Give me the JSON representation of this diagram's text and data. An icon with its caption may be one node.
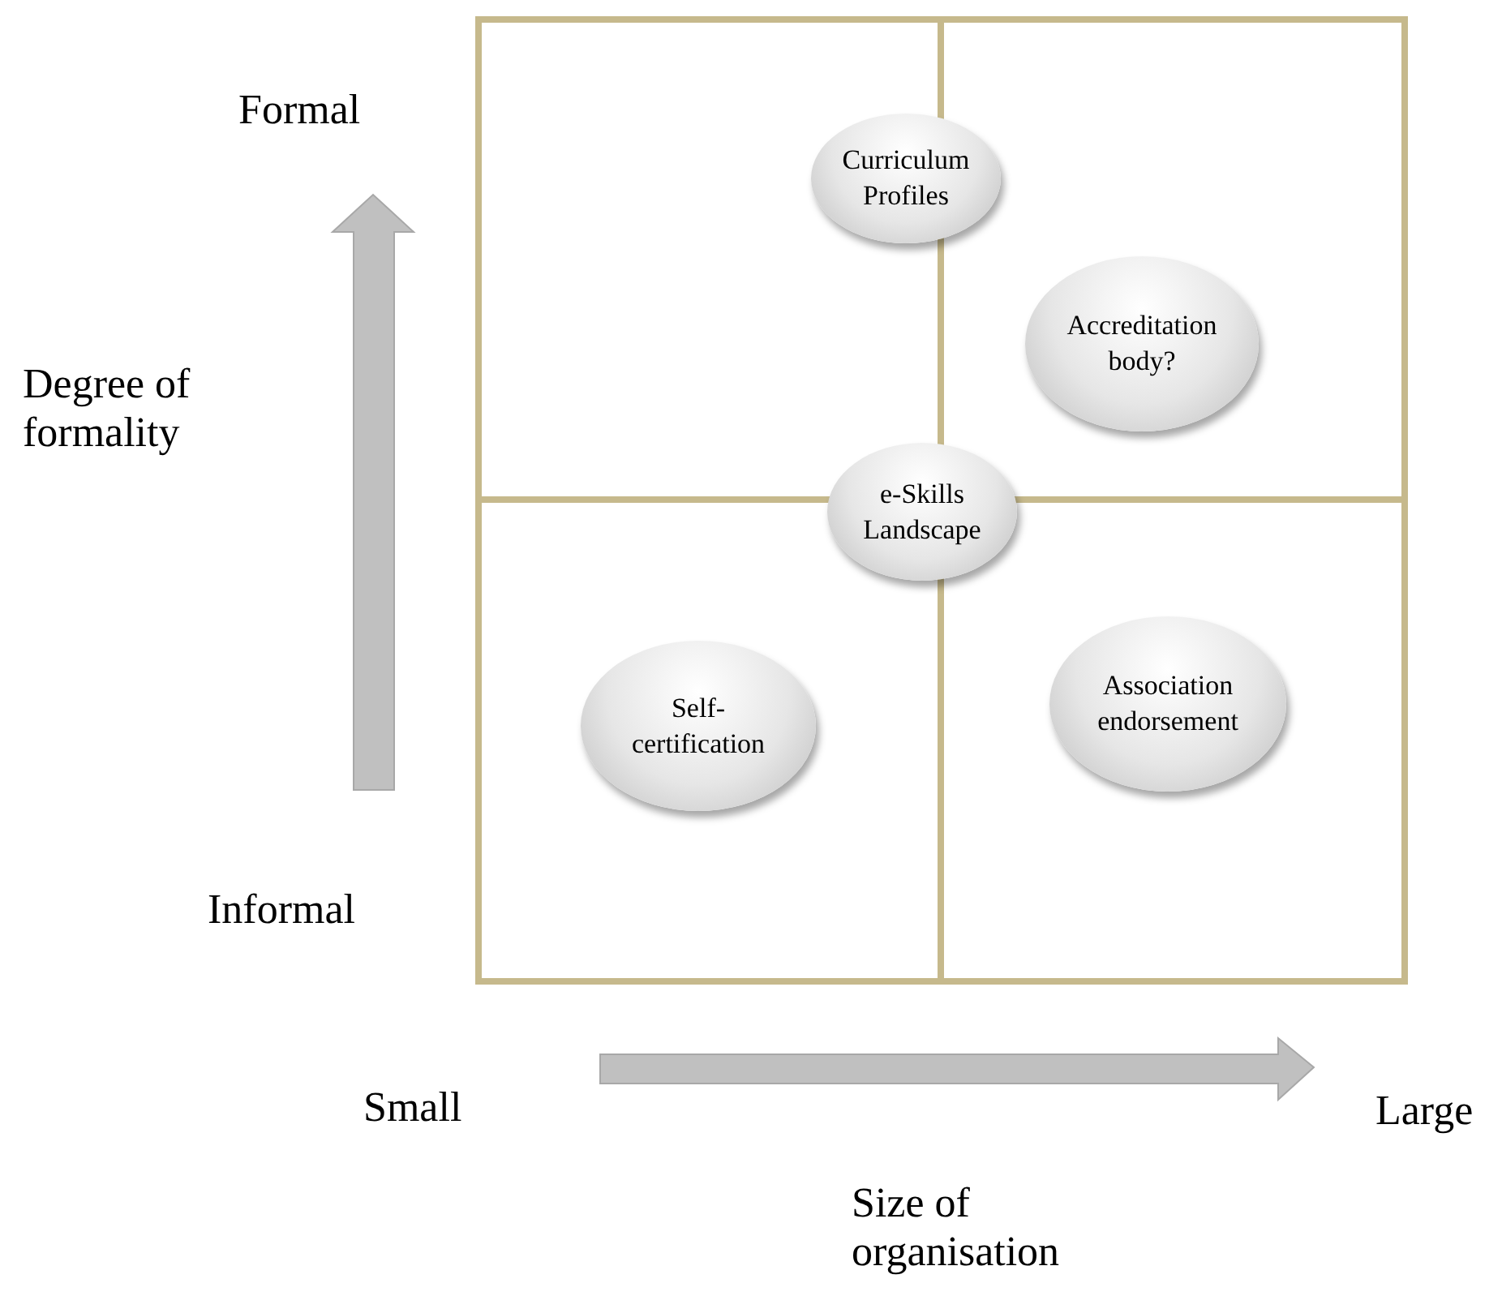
{
  "diagram": {
    "nodes": [
      {
        "text": [
          "Curriculum Profiles"
        ]
      },
      {
        "text": [
          "Accreditation body?"
        ]
      },
      {
        "text": [
          "e-Skills Landscape"
        ]
      },
      {
        "text": [
          "Self-certification"
        ]
      },
      {
        "text": [
          "Association endorsement"
        ]
      }
    ],
    "labels": [
      "Formal",
      "Degree of formality",
      "Informal",
      "Small",
      "Large",
      "Size of organisation"
    ]
  }
}
